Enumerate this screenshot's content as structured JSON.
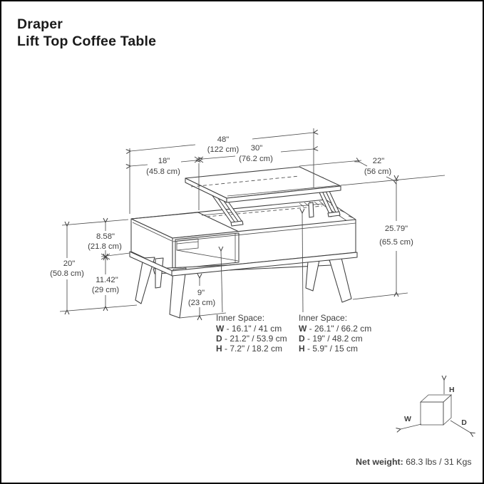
{
  "header": {
    "brand": "Draper",
    "product_line": "Lift Top Coffee Table"
  },
  "drawing": {
    "dims": {
      "overall_width_in": "48\"",
      "overall_width_cm": "(122 cm)",
      "left_section_width_in": "18\"",
      "left_section_width_cm": "(45.8 cm)",
      "lift_top_width_in": "30\"",
      "lift_top_width_cm": "(76.2 cm)",
      "top_depth_in": "22\"",
      "top_depth_cm": "(56 cm)",
      "lifted_height_in": "25.79\"",
      "lifted_height_cm": "(65.5 cm)",
      "cabinet_height_in": "8.58\"",
      "cabinet_height_cm": "(21.8 cm)",
      "overall_height_in": "20\"",
      "overall_height_cm": "(50.8 cm)",
      "leg_height_in": "11.42\"",
      "leg_height_cm": "(29 cm)",
      "floor_clearance_in": "9\"",
      "floor_clearance_cm": "(23 cm)"
    },
    "inner_space_left": {
      "title": "Inner Space:",
      "w_key": "W",
      "w_val": " - 16.1\" / 41 cm",
      "d_key": "D",
      "d_val": " - 21.2\" / 53.9 cm",
      "h_key": "H",
      "h_val": " - 7.2\" / 18.2 cm"
    },
    "inner_space_right": {
      "title": "Inner Space:",
      "w_key": "W",
      "w_val": " - 26.1\" / 66.2 cm",
      "d_key": "D",
      "d_val": " - 19\" / 48.2 cm",
      "h_key": "H",
      "h_val": " - 5.9\" / 15 cm"
    },
    "axis_cube": {
      "h": "H",
      "w": "W",
      "d": "D"
    }
  },
  "footer": {
    "net_weight_label": "Net weight:",
    "net_weight_value": " 68.3 lbs / 31 Kgs"
  },
  "colors": {
    "line": "#3e3e3e",
    "text": "#3f3f3f",
    "title": "#1a1a1a",
    "background": "#ffffff",
    "border": "#000000"
  }
}
